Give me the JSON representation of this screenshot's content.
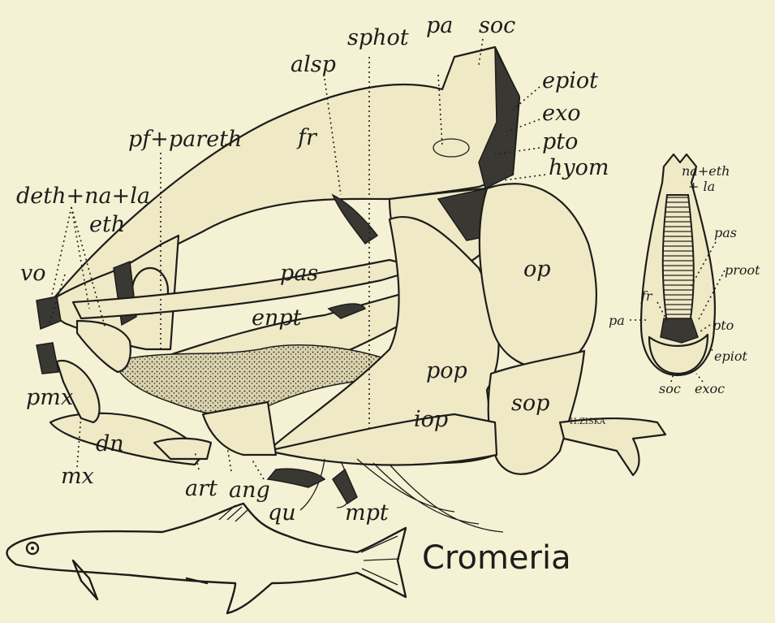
{
  "title": "Cromeria",
  "labels": {
    "sphot": "sphot",
    "pa": "pa",
    "soc": "soc",
    "epiot": "epiot",
    "exo": "exo",
    "pto": "pto",
    "hyom": "hyom",
    "alsp": "alsp",
    "fr": "fr",
    "pf_pareth": "pf+pareth",
    "deth_na_la": "deth+na+la",
    "eth": "eth",
    "vo": "vo",
    "pas": "pas",
    "enpt": "enpt",
    "op": "op",
    "pop": "pop",
    "sop": "sop",
    "iop": "iop",
    "pmx": "pmx",
    "dn": "dn",
    "mx": "mx",
    "art": "art",
    "ang": "ang",
    "qu": "qu",
    "mpt": "mpt"
  },
  "dorsal_view_labels": {
    "na_eth": "na+eth",
    "la": "+ la",
    "fr": "fr",
    "pas": "pas",
    "proot": "proot",
    "pa": "pa",
    "pto": "pto",
    "epiot": "epiot",
    "soc": "soc",
    "exoc": "exoc"
  },
  "signature": "H.ZISKA",
  "colors": {
    "background": "#f5f1d4",
    "ink": "#1d1d1b",
    "bone": "#efe9c6",
    "dark_bone": "#3a3833"
  }
}
